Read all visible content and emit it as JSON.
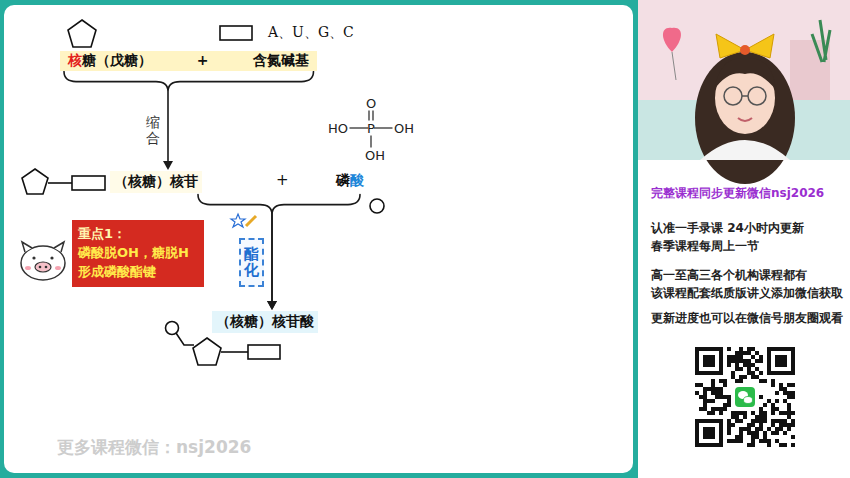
{
  "diagram": {
    "nodes": [
      {
        "text": [
          "核糖（戊糖） + 含氮碱基"
        ]
      },
      {
        "text": [
          "（核糖）核苷"
        ]
      },
      {
        "text": [
          "磷酸"
        ]
      },
      {
        "text": [
          "重点1：",
          "磷酸脱OH，糖脱H 形成磷酸酯键"
        ]
      },
      {
        "text": [
          "（核糖）核苷酸"
        ]
      }
    ],
    "edges": [
      {
        "from": 0,
        "to": 1,
        "arrow": "to",
        "label": "缩合"
      },
      {
        "from": 1,
        "to": 4,
        "arrow": "to",
        "label": "酯化"
      },
      {
        "from": 2,
        "to": 4,
        "arrow": "to"
      }
    ],
    "labels": [
      "A、U、G、C",
      "O",
      "HO",
      "P",
      "OH",
      "OH",
      "+",
      "更多课程微信：nsj2026",
      "完整课程同步更新微信nsj2026",
      "认准一手录课 24小时内更新",
      "春季课程每周上一节",
      "高一至高三各个机构课程都有",
      "该课程配套纸质版讲义添加微信获取",
      "更新进度也可以在微信号朋友圈观看"
    ]
  }
}
